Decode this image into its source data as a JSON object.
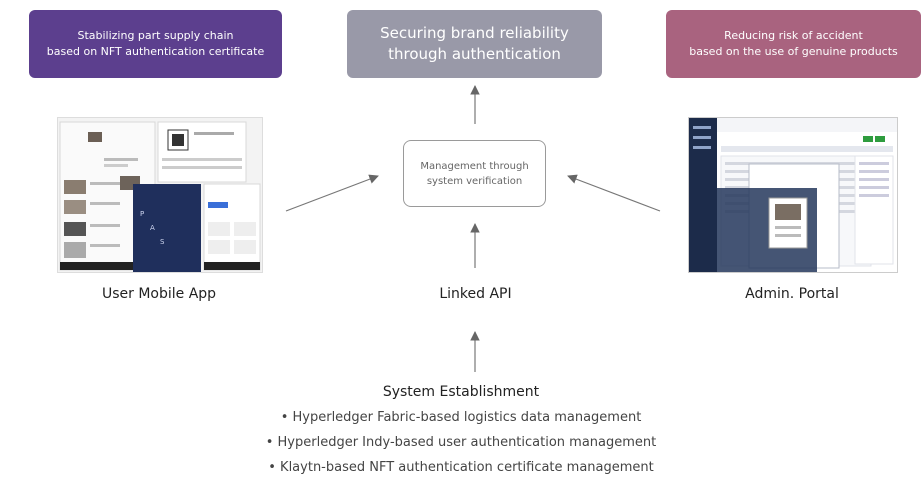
{
  "banners": {
    "left": [
      "Stabilizing part supply chain",
      "based on NFT authentication certificate"
    ],
    "middle": [
      "Securing brand reliability",
      "through authentication"
    ],
    "right": [
      "Reducing risk of accident",
      "based on the use of genuine products"
    ]
  },
  "center": [
    "Management through",
    "system verification"
  ],
  "labels": {
    "mobile": "User Mobile App",
    "api": "Linked API",
    "admin": "Admin. Portal"
  },
  "system": {
    "title": "System Establishment",
    "items": [
      "• Hyperledger Fabric-based logistics data management",
      "• Hyperledger Indy-based user authentication management",
      "• Klaytn-based NFT authentication certificate management"
    ]
  },
  "colors": {
    "left_banner": "#5c3f8e",
    "middle_banner": "#9999a8",
    "right_banner": "#a9637f",
    "admin_nav": "#1c2b4a"
  }
}
